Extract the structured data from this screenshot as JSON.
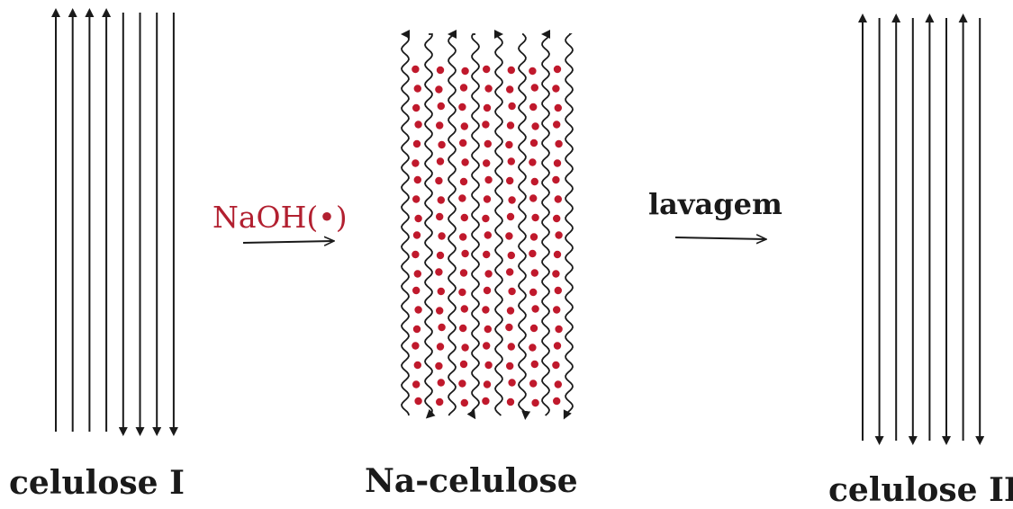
{
  "labels": {
    "cellulose_i": "celulose I",
    "na_cellulose": "Na-celulose",
    "cellulose_ii": "celulose II",
    "reagent": "NaOH(•)",
    "wash": "lavagem"
  },
  "colors": {
    "line": "#1a1a1a",
    "sodium_dot": "#c0192c",
    "reagent_text": "#b22030"
  },
  "groups": {
    "cellulose_i": {
      "chain_directions": [
        "up",
        "up",
        "up",
        "up",
        "down",
        "down",
        "down",
        "down"
      ],
      "chain_shape": "straight"
    },
    "na_cellulose": {
      "chain_directions": [
        "up",
        "down",
        "up",
        "down",
        "up",
        "down",
        "up",
        "down"
      ],
      "chain_shape": "wavy",
      "sodium_dots": true
    },
    "cellulose_ii": {
      "chain_directions": [
        "up",
        "down",
        "up",
        "down",
        "up",
        "down",
        "up",
        "down"
      ],
      "chain_shape": "straight"
    }
  }
}
